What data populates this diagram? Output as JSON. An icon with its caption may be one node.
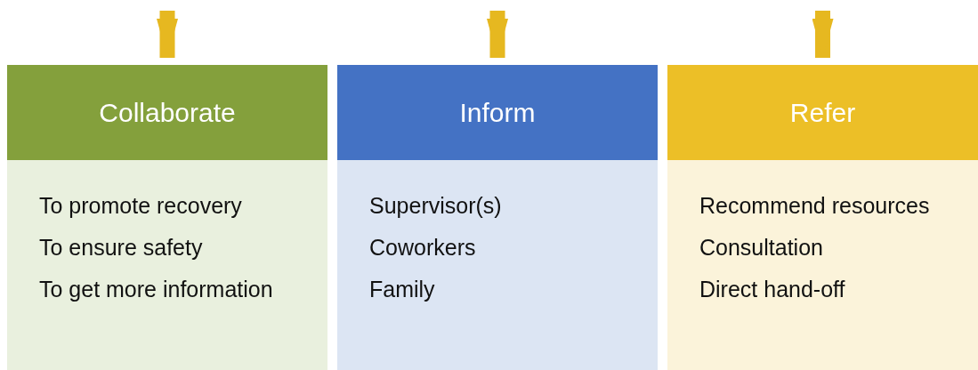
{
  "diagram": {
    "nodes": [
      {
        "text": [
          "Collaborate"
        ]
      },
      {
        "text": [
          "To promote recovery",
          "To ensure safety",
          "To get more information"
        ]
      },
      {
        "text": [
          "Inform"
        ]
      },
      {
        "text": [
          "Supervisor(s)",
          "Coworkers",
          "Family"
        ]
      },
      {
        "text": [
          "Refer"
        ]
      },
      {
        "text": [
          "Recommend resources",
          "Consultation",
          "Direct hand-off"
        ]
      }
    ],
    "edges": [
      {
        "from": null,
        "to": 0,
        "arrow": "to"
      },
      {
        "from": null,
        "to": 2,
        "arrow": "to"
      },
      {
        "from": null,
        "to": 4,
        "arrow": "to"
      }
    ]
  }
}
